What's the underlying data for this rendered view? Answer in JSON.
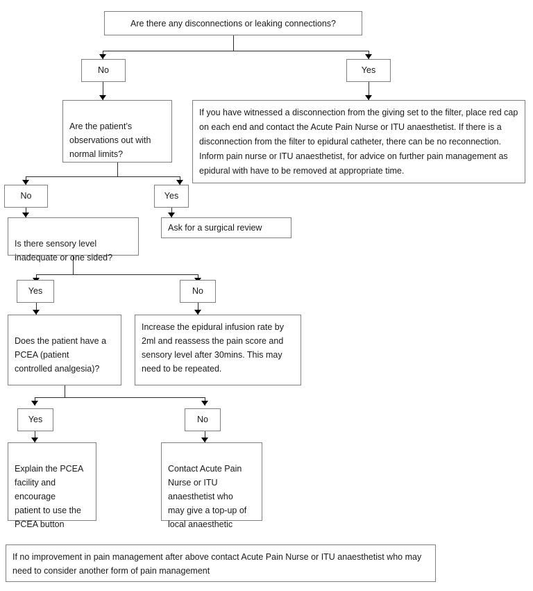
{
  "document": {
    "title": "Epidural disconnection / inadequate analgesia flowchart",
    "type": "flowchart"
  },
  "theme": {
    "box_border": "#7f7f7f",
    "connector": "#2b2b2b",
    "text": "#1a1a1a",
    "background": "#ffffff"
  },
  "nodes": {
    "q_disconnect": "Are there any disconnections or leaking connections?",
    "l1_no": "No",
    "l1_yes": "Yes",
    "q_observations": "Are the patient’s\nobservations out with\nnormal limits?",
    "action_disconnection": "If you have witnessed a disconnection from the giving set to the filter, place red cap on each end and contact the Acute Pain Nurse or ITU anaesthetist. If there is a disconnection from the filter to epidural catheter, there can be no reconnection. Inform pain nurse or ITU anaesthetist, for advice on further pain management as epidural with have to be removed at appropriate time.",
    "l2_no": "No",
    "l2_yes": "Yes",
    "action_surgical_review": "Ask for a surgical review",
    "q_sensory": "Is there sensory level\ninadequate or one sided?",
    "l3_yes": "Yes",
    "l3_no": "No",
    "q_pcea": "Does the patient have a\nPCEA (patient\ncontrolled analgesia)?",
    "action_increase_rate": "Increase the epidural infusion rate by 2ml and reassess the pain score and sensory level after 30mins. This may need to be repeated.",
    "l4_yes": "Yes",
    "l4_no": "No",
    "action_explain_pcea": "Explain the PCEA\nfacility and\nencourage\npatient to use the\nPCEA button",
    "action_contact_pain": "Contact Acute Pain\nNurse or ITU\nanaesthetist who\nmay give a top-up of\nlocal anaesthetic",
    "action_no_improvement": "If no improvement in pain management after above contact Acute Pain Nurse or ITU anaesthetist who may need to consider another form of pain management"
  },
  "edges": [
    {
      "from": "q_disconnect",
      "to": "l1_no",
      "label": ""
    },
    {
      "from": "q_disconnect",
      "to": "l1_yes",
      "label": ""
    },
    {
      "from": "l1_no",
      "to": "q_observations",
      "label": ""
    },
    {
      "from": "l1_yes",
      "to": "action_disconnection",
      "label": ""
    },
    {
      "from": "q_observations",
      "to": "l2_no",
      "label": ""
    },
    {
      "from": "q_observations",
      "to": "l2_yes",
      "label": ""
    },
    {
      "from": "l2_no",
      "to": "q_sensory",
      "label": ""
    },
    {
      "from": "l2_yes",
      "to": "action_surgical_review",
      "label": ""
    },
    {
      "from": "q_sensory",
      "to": "l3_yes",
      "label": ""
    },
    {
      "from": "q_sensory",
      "to": "l3_no",
      "label": ""
    },
    {
      "from": "l3_yes",
      "to": "q_pcea",
      "label": ""
    },
    {
      "from": "l3_no",
      "to": "action_increase_rate",
      "label": ""
    },
    {
      "from": "q_pcea",
      "to": "l4_yes",
      "label": ""
    },
    {
      "from": "q_pcea",
      "to": "l4_no",
      "label": ""
    },
    {
      "from": "l4_yes",
      "to": "action_explain_pcea",
      "label": ""
    },
    {
      "from": "l4_no",
      "to": "action_contact_pain",
      "label": ""
    }
  ]
}
